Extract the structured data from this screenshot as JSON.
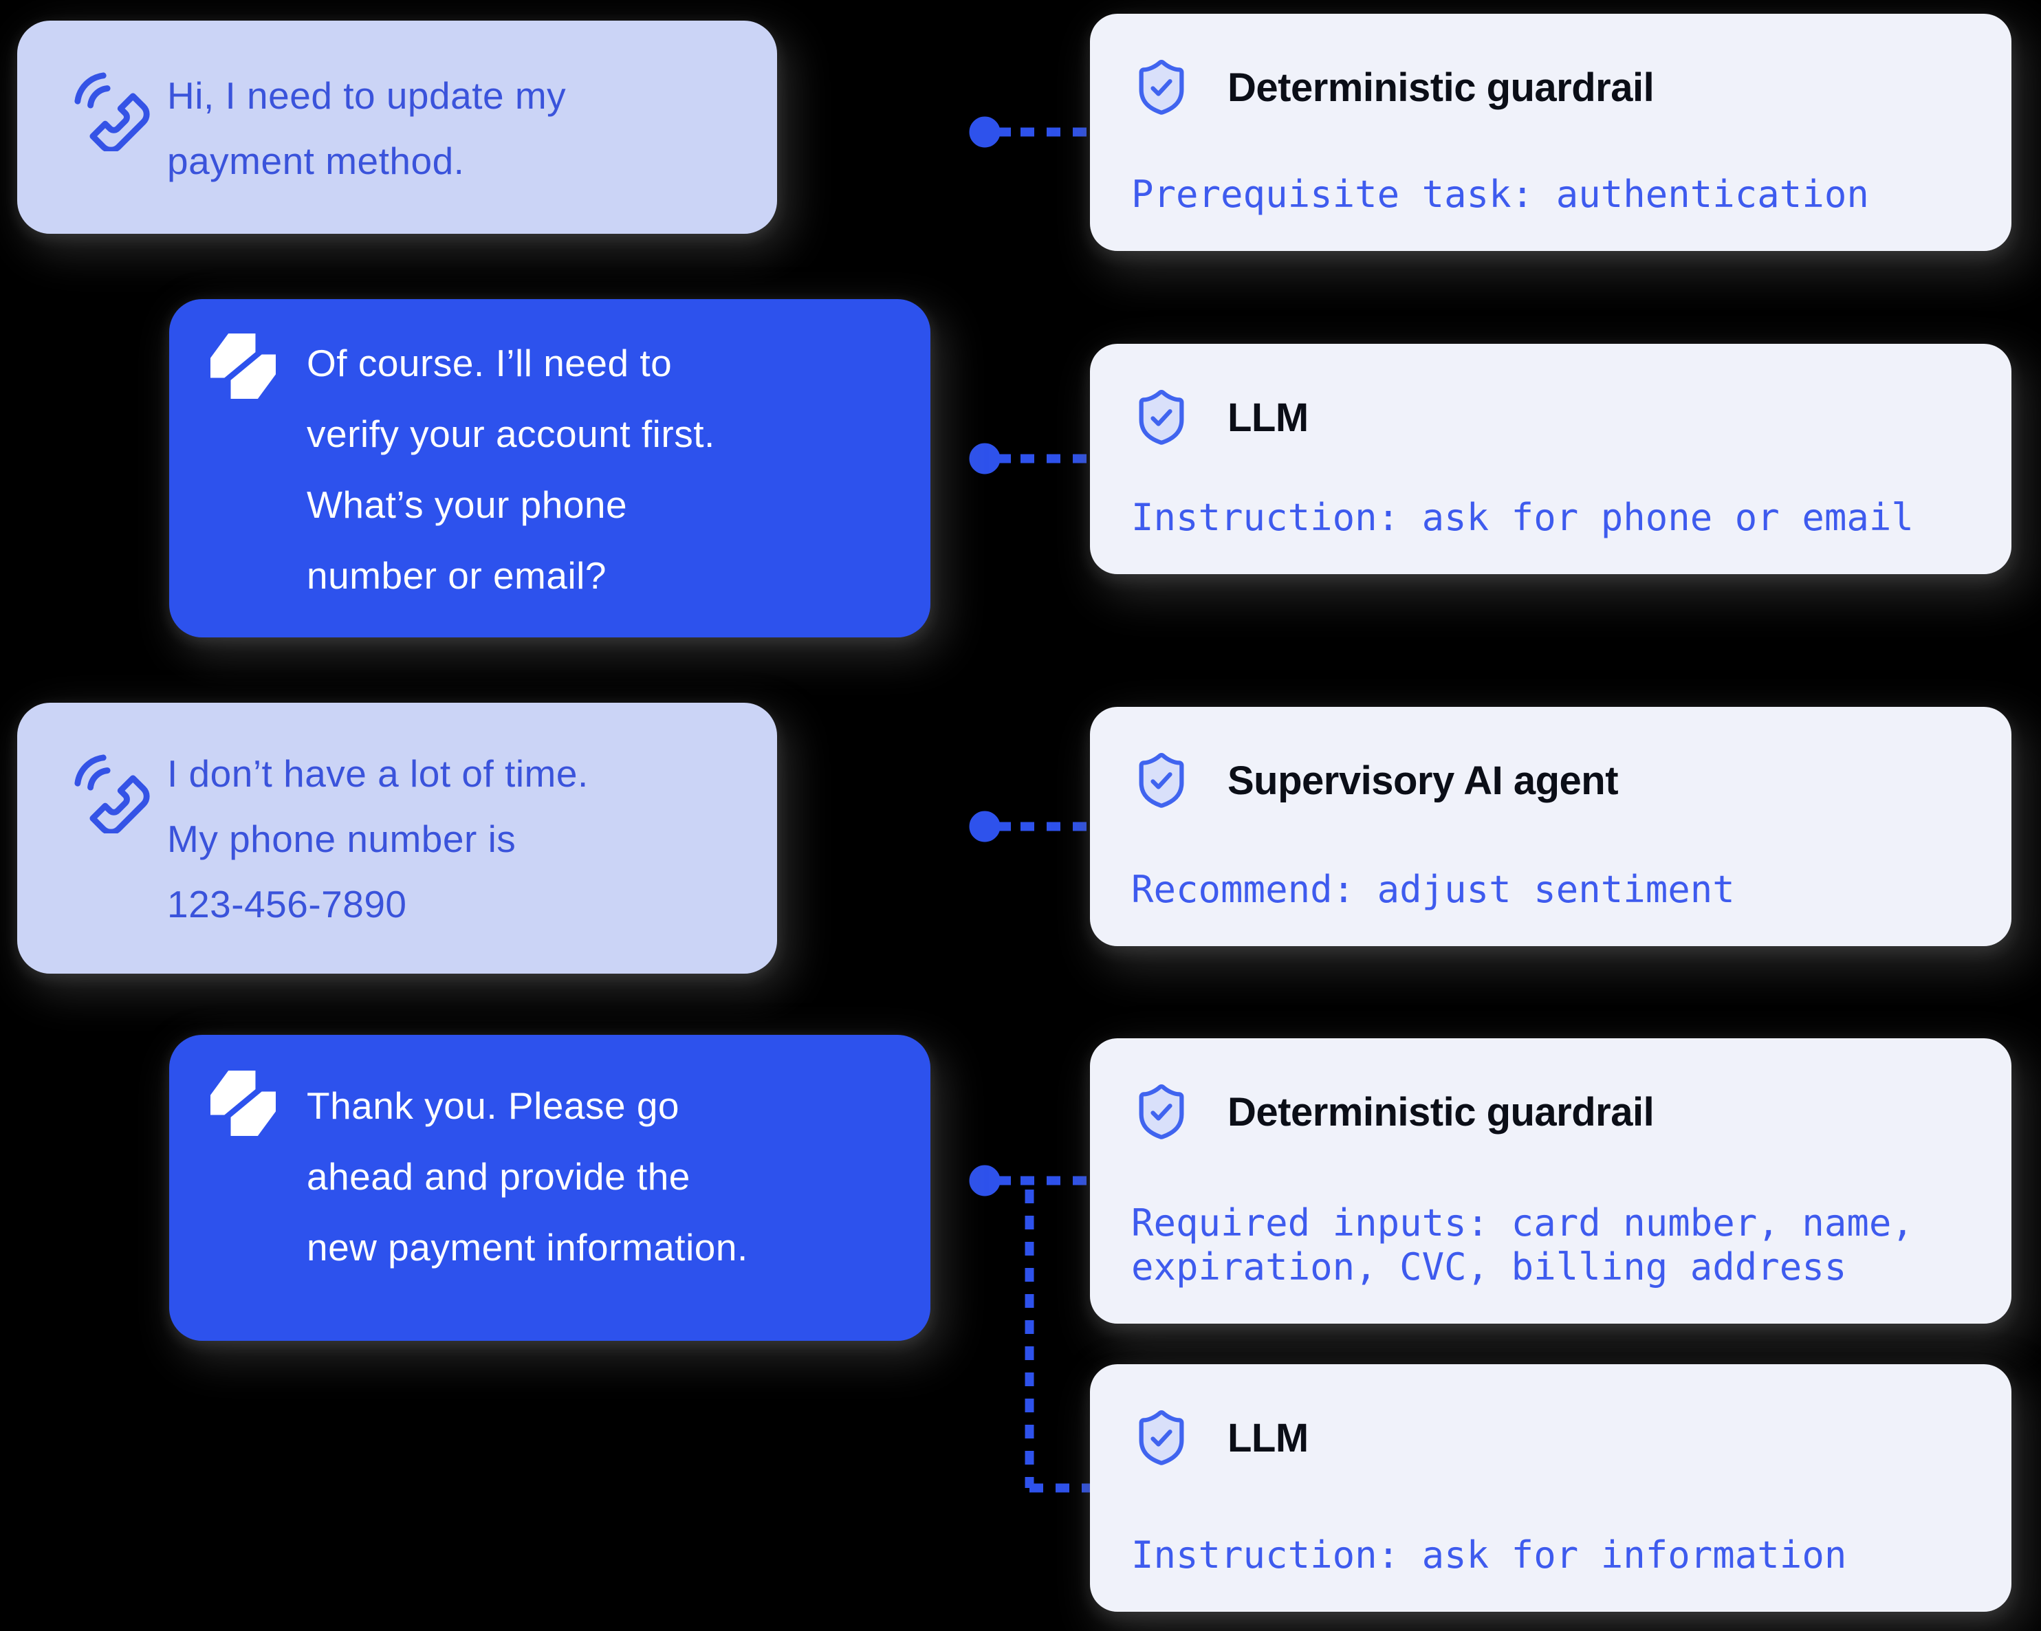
{
  "colors": {
    "background": "#000000",
    "customer_bubble_bg": "#CBD4F6",
    "customer_text": "#3A53DB",
    "agent_bubble_bg": "#2D52ED",
    "agent_text": "#FFFFFF",
    "card_bg": "#F0F2FA",
    "card_title_text": "#0B0E17",
    "card_detail_text": "#3E5BEE",
    "connector_blue": "#2E52EC",
    "shield_fill": "#D9E0FA",
    "shield_stroke": "#4064EF"
  },
  "chat": {
    "messages": [
      {
        "speaker": "customer",
        "icon": "phone-waves-icon",
        "lines": [
          "Hi, I need to update my",
          "payment method."
        ]
      },
      {
        "speaker": "agent",
        "icon": "agent-logo-icon",
        "lines": [
          "Of course. I’ll need to",
          "verify your account first.",
          "What’s your phone",
          "number or email?"
        ]
      },
      {
        "speaker": "customer",
        "icon": "phone-waves-icon",
        "lines": [
          "I don’t have a lot of time.",
          "My phone number is",
          "123-456-7890"
        ]
      },
      {
        "speaker": "agent",
        "icon": "agent-logo-icon",
        "lines": [
          "Thank you. Please go",
          "ahead and provide the",
          "new payment information."
        ]
      }
    ]
  },
  "annotations": {
    "cards": [
      {
        "icon": "shield-check-icon",
        "title": "Deterministic guardrail",
        "details": [
          "Prerequisite task: authentication"
        ]
      },
      {
        "icon": "shield-check-icon",
        "title": "LLM",
        "details": [
          "Instruction: ask for phone or email"
        ]
      },
      {
        "icon": "shield-check-icon",
        "title": "Supervisory AI agent",
        "details": [
          "Recommend: adjust sentiment"
        ]
      },
      {
        "icon": "shield-check-icon",
        "title": "Deterministic guardrail",
        "details": [
          "Required inputs: card number, name,",
          "expiration, CVC, billing address"
        ]
      },
      {
        "icon": "shield-check-icon",
        "title": "LLM",
        "details": [
          "Instruction: ask for information"
        ]
      }
    ]
  }
}
